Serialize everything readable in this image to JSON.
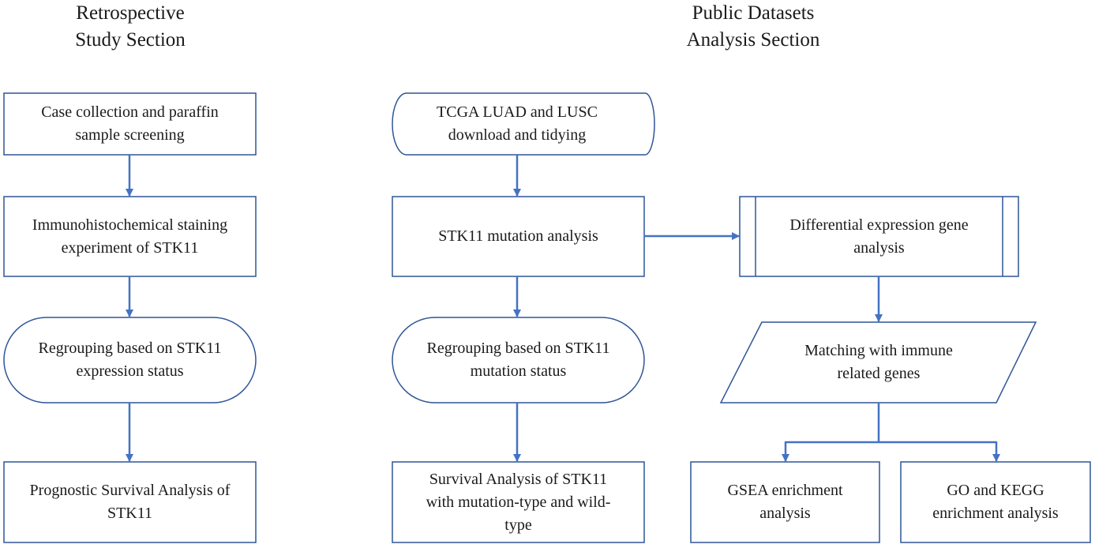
{
  "colors": {
    "stroke": "#2f5597",
    "arrow": "#4472c4",
    "text": "#1a1a1a",
    "background": "#ffffff"
  },
  "headers": {
    "left": [
      "Retrospective",
      "Study Section"
    ],
    "right": [
      "Public Datasets",
      "Analysis Section"
    ]
  },
  "nodes": {
    "case_collection": {
      "shape": "rectangle",
      "lines": [
        "Case collection and paraffin",
        "sample screening"
      ]
    },
    "ihc_staining": {
      "shape": "rectangle",
      "lines": [
        "Immunohistochemical staining",
        "experiment of STK11"
      ]
    },
    "regroup_expression": {
      "shape": "terminator",
      "lines": [
        "Regrouping based on STK11",
        "expression status"
      ]
    },
    "prognostic_survival": {
      "shape": "rectangle",
      "lines": [
        "Prognostic Survival Analysis of",
        "STK11"
      ]
    },
    "tcga_download": {
      "shape": "stored-data",
      "lines": [
        "TCGA LUAD and LUSC",
        "download and tidying"
      ]
    },
    "stk11_mutation": {
      "shape": "rectangle",
      "lines": [
        "STK11 mutation analysis"
      ]
    },
    "regroup_mutation": {
      "shape": "terminator",
      "lines": [
        "Regrouping based on STK11",
        "mutation status"
      ]
    },
    "survival_mutation": {
      "shape": "rectangle",
      "lines": [
        "Survival Analysis of STK11",
        "with mutation-type and wild-",
        "type"
      ]
    },
    "differential_expression": {
      "shape": "predefined-process",
      "lines": [
        "Differential expression gene",
        "analysis"
      ]
    },
    "immune_matching": {
      "shape": "parallelogram",
      "lines": [
        "Matching with immune",
        "related genes"
      ]
    },
    "gsea": {
      "shape": "rectangle",
      "lines": [
        "GSEA enrichment",
        "analysis"
      ]
    },
    "go_kegg": {
      "shape": "rectangle",
      "lines": [
        "GO and KEGG",
        "enrichment analysis"
      ]
    }
  },
  "edges": [
    [
      "case_collection",
      "ihc_staining"
    ],
    [
      "ihc_staining",
      "regroup_expression"
    ],
    [
      "regroup_expression",
      "prognostic_survival"
    ],
    [
      "tcga_download",
      "stk11_mutation"
    ],
    [
      "stk11_mutation",
      "regroup_mutation"
    ],
    [
      "regroup_mutation",
      "survival_mutation"
    ],
    [
      "stk11_mutation",
      "differential_expression"
    ],
    [
      "differential_expression",
      "immune_matching"
    ],
    [
      "immune_matching",
      "gsea"
    ],
    [
      "immune_matching",
      "go_kegg"
    ]
  ]
}
